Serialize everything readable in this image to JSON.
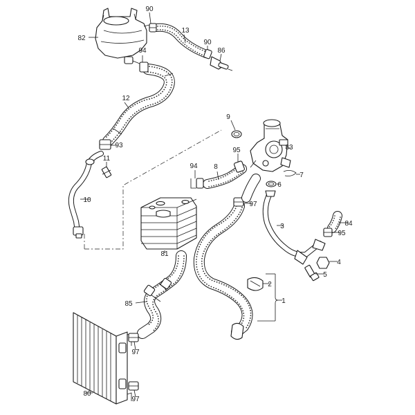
{
  "diagram": {
    "part_numbers": [
      "90",
      "82",
      "13",
      "90",
      "94",
      "86",
      "12",
      "93",
      "9",
      "83",
      "11",
      "95",
      "8",
      "94",
      "7",
      "6",
      "10",
      "97",
      "3",
      "84",
      "95",
      "4",
      "81",
      "5",
      "2",
      "1",
      "85",
      "97",
      "80",
      "97"
    ],
    "colors": {
      "line": "#1a1a1a",
      "hose_dots": "#2a2a2a",
      "background": "#ffffff"
    }
  }
}
